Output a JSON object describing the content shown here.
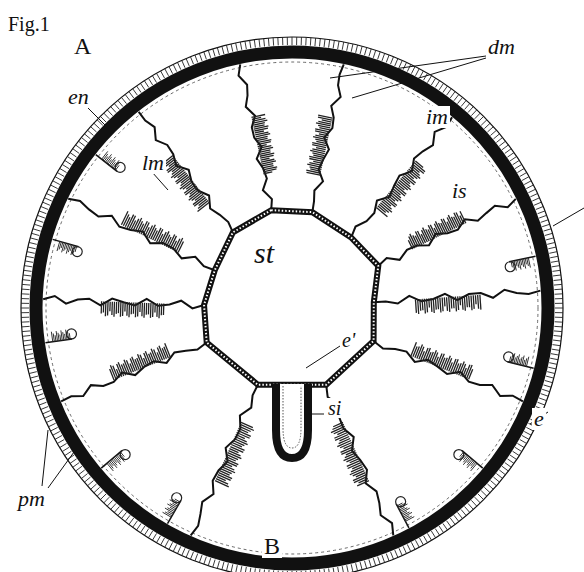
{
  "diagram": {
    "labels": [
      "Fig.1",
      "A",
      "dm",
      "en",
      "im",
      "lm",
      "is",
      "st",
      "e'",
      "si",
      "pm",
      "e",
      "B"
    ]
  }
}
